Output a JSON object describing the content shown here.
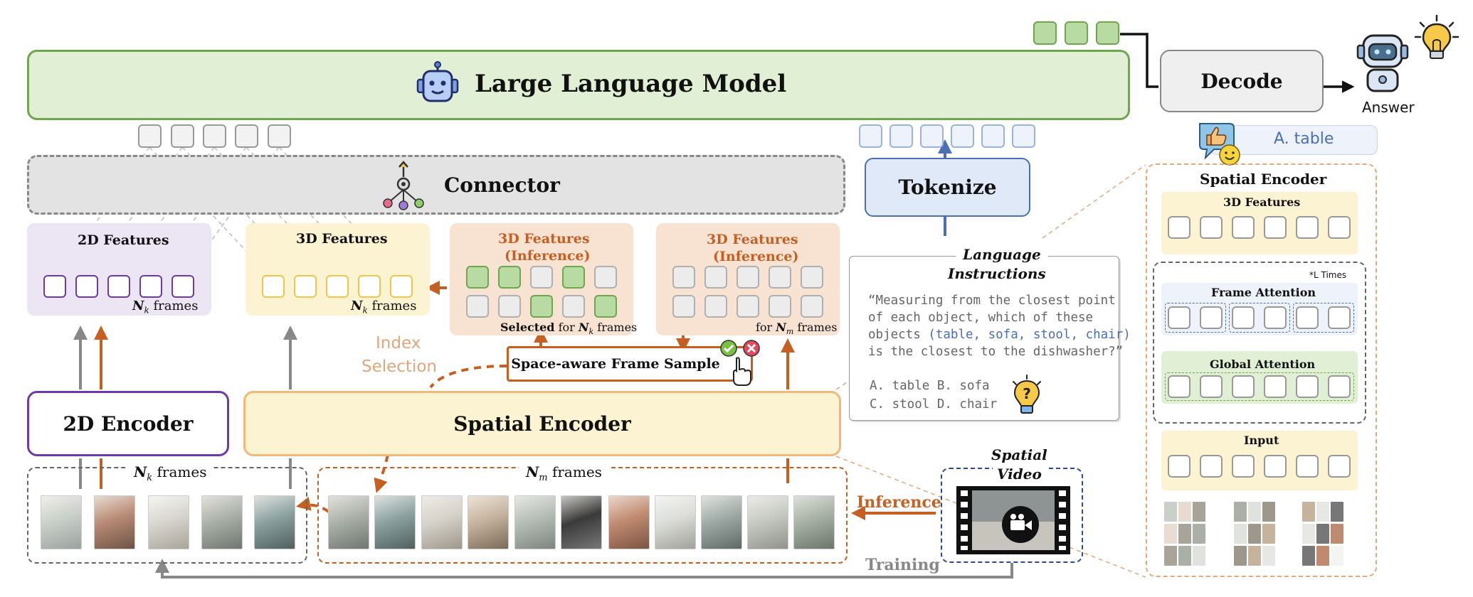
{
  "llm": {
    "label": "Large Language Model"
  },
  "decode": {
    "label": "Decode"
  },
  "answer": {
    "label": "Answer",
    "bubble": "A. table"
  },
  "connector": {
    "label": "Connector"
  },
  "tokenize": {
    "label": "Tokenize"
  },
  "features_2d": {
    "title": "2D Features",
    "frames_var": "N",
    "frames_sub": "k",
    "frames_word": "frames"
  },
  "features_3d": {
    "title": "3D Features",
    "frames_var": "N",
    "frames_sub": "k",
    "frames_word": "frames"
  },
  "inference_left": {
    "title_line1": "3D Features",
    "title_line2": "(Inference)",
    "caption_bold": "Selected",
    "caption_rest": "for",
    "frames_var": "N",
    "frames_sub": "k",
    "frames_word": "frames"
  },
  "inference_right": {
    "title_line1": "3D Features",
    "title_line2": "(Inference)",
    "caption_rest": "for",
    "frames_var": "N",
    "frames_sub": "m",
    "frames_word": "frames"
  },
  "index_selection": {
    "line1": "Index",
    "line2": "Selection"
  },
  "frame_sample": {
    "label": "Space-aware Frame Sample"
  },
  "encoder_2d": {
    "label": "2D Encoder"
  },
  "spatial_encoder": {
    "label": "Spatial Encoder"
  },
  "frames_k": {
    "var": "N",
    "sub": "k",
    "word": "frames"
  },
  "frames_m": {
    "var": "N",
    "sub": "m",
    "word": "frames"
  },
  "spatial_video": {
    "line1": "Spatial",
    "line2": "Video"
  },
  "inference_label": "Inference",
  "training_label": "Training",
  "language_instructions": {
    "title_line1": "Language",
    "title_line2": "Instructions",
    "q_line1": "“Measuring from the closest point",
    "q_line2": "of each object,  which of these",
    "q_line3_pre": "objects",
    "q_line3_highlight": "(table, sofa, stool, chair)",
    "q_line4": "is the closest to the dishwasher?”",
    "opt_line1": "A. table B. sofa",
    "opt_line2": "C. stool  D. chair"
  },
  "spatial_encoder_detail": {
    "title": "Spatial Encoder",
    "features_3d": "3D Features",
    "l_times": "*L Times",
    "frame_attention": "Frame Attention",
    "global_attention": "Global Attention",
    "input": "Input"
  },
  "colors": {
    "llm_fill": "#e1efd5",
    "llm_border": "#6fa64f",
    "connector_fill": "#e3e3e3",
    "purple": "#6f3aa8",
    "purple_fill": "#ece5f4",
    "yellow_fill": "#fbf3d2",
    "yellow_border": "#f0c64a",
    "orange": "#c65f22",
    "orange_fill": "#f8e2d2",
    "green_token": "#b7dba3",
    "blue": "#4a6fb5",
    "blue_fill": "#dfe9f7",
    "gray_arrow": "#888888"
  },
  "icons": [
    "robot-icon",
    "network-icon",
    "lightbulb-icon",
    "thumbs-up-icon",
    "check-icon",
    "cross-icon",
    "pointer-hand-icon",
    "film-camera-icon"
  ]
}
